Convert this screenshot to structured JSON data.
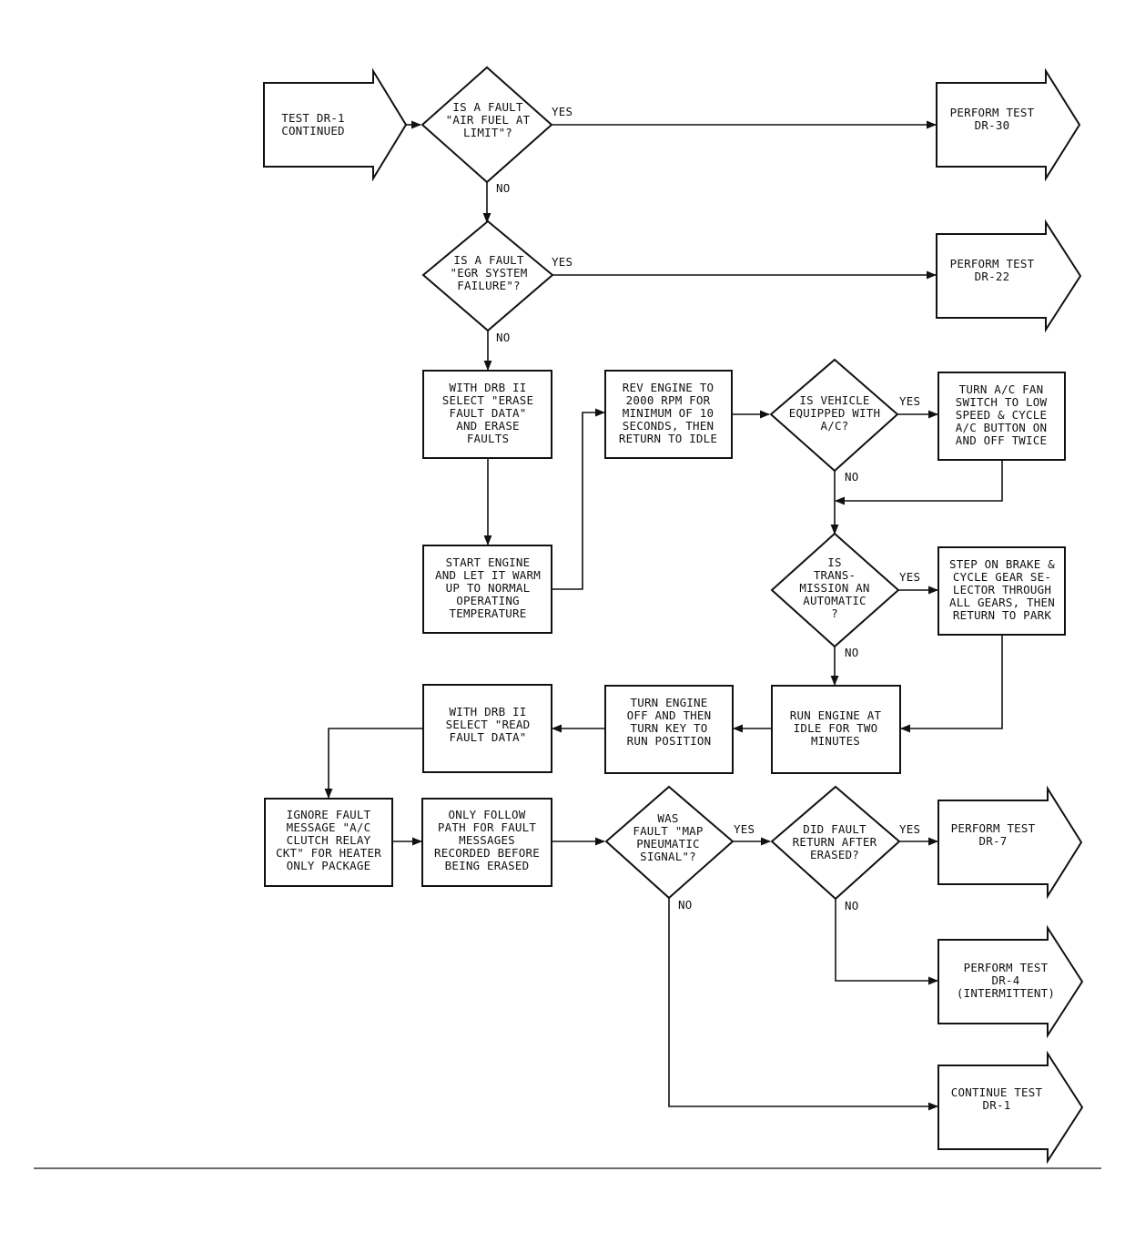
{
  "nodes": {
    "start": [
      "TEST DR-1",
      "CONTINUED"
    ],
    "d_air_fuel": [
      "IS A FAULT",
      "\"AIR FUEL AT",
      "LIMIT\"?"
    ],
    "perform_dr30": [
      "PERFORM TEST",
      "DR-30"
    ],
    "d_egr": [
      "IS A FAULT",
      "\"EGR SYSTEM",
      "FAILURE\"?"
    ],
    "perform_dr22": [
      "PERFORM TEST",
      "DR-22"
    ],
    "erase_faults": [
      "WITH DRB II",
      "SELECT \"ERASE",
      "FAULT DATA\"",
      "AND ERASE",
      "FAULTS"
    ],
    "rev_engine": [
      "REV ENGINE TO",
      "2000 RPM FOR",
      "MINIMUM OF 10",
      "SECONDS, THEN",
      "RETURN TO IDLE"
    ],
    "d_ac": [
      "IS VEHICLE",
      "EQUIPPED WITH",
      "A/C?"
    ],
    "ac_fan": [
      "TURN A/C FAN",
      "SWITCH TO LOW",
      "SPEED & CYCLE",
      "A/C BUTTON ON",
      "AND OFF TWICE"
    ],
    "start_engine": [
      "START ENGINE",
      "AND LET IT WARM",
      "UP TO NORMAL",
      "OPERATING",
      "TEMPERATURE"
    ],
    "d_trans": [
      "IS",
      "TRANS-",
      "MISSION AN",
      "AUTOMATIC",
      "?"
    ],
    "brake": [
      "STEP ON BRAKE &",
      "CYCLE GEAR SE-",
      "LECTOR THROUGH",
      "ALL GEARS, THEN",
      "RETURN TO PARK"
    ],
    "read_fault": [
      "WITH DRB II",
      "SELECT \"READ",
      "FAULT DATA\""
    ],
    "turn_off": [
      "TURN ENGINE",
      "OFF AND THEN",
      "TURN KEY TO",
      "RUN POSITION"
    ],
    "run_idle": [
      "RUN ENGINE AT",
      "IDLE FOR TWO",
      "MINUTES"
    ],
    "ignore_msg": [
      "IGNORE FAULT",
      "MESSAGE \"A/C",
      "CLUTCH RELAY",
      "CKT\" FOR HEATER",
      "ONLY PACKAGE"
    ],
    "follow_path": [
      "ONLY FOLLOW",
      "PATH FOR FAULT",
      "MESSAGES",
      "RECORDED BEFORE",
      "BEING ERASED"
    ],
    "d_map": [
      "WAS",
      "FAULT \"MAP",
      "PNEUMATIC",
      "SIGNAL\"?"
    ],
    "d_return": [
      "DID FAULT",
      "RETURN AFTER",
      "ERASED?"
    ],
    "perform_dr7": [
      "PERFORM TEST",
      "DR-7"
    ],
    "perform_dr4": [
      "PERFORM TEST",
      "DR-4",
      "(INTERMITTENT)"
    ],
    "continue_dr1": [
      "CONTINUE TEST",
      "DR-1"
    ]
  },
  "labels": {
    "yes": "YES",
    "no": "NO"
  }
}
